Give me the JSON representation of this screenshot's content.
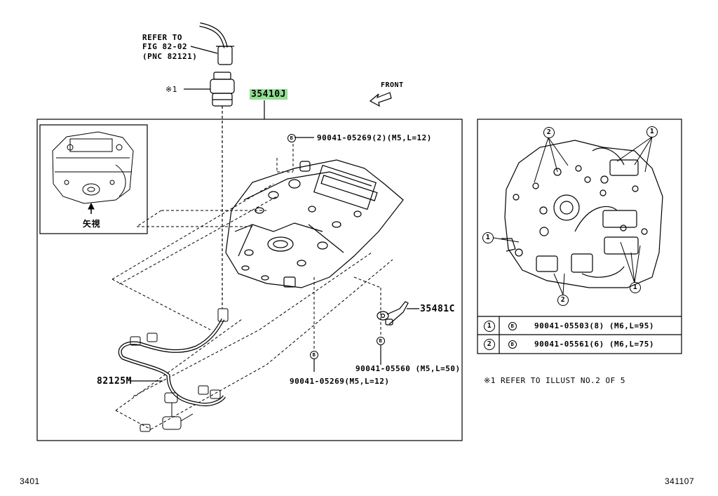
{
  "refer_note": {
    "line1": "REFER TO",
    "line2": "FIG 82-02",
    "line3": "(PNC 82121)"
  },
  "mark_1": "※1",
  "front_label": "FRONT",
  "main_part": "35410J",
  "inset_label": "矢視",
  "callouts": {
    "bolt_top": "90041-05269(2)(M5,L=12)",
    "bolt_bottom_left": "90041-05269(M5,L=12)",
    "bolt_bottom_right": "90041-05560 (M5,L=50)",
    "sensor": "35481C",
    "harness": "82125M",
    "b_symbol": "B"
  },
  "legend": {
    "rows": [
      {
        "key": "1",
        "part": "90041-05503(8) (M6,L=95)"
      },
      {
        "key": "2",
        "part": "90041-05561(6) (M6,L=75)"
      }
    ]
  },
  "detail_markers": [
    "1",
    "2"
  ],
  "footnote": "※1  REFER TO ILLUST NO.2 OF 5",
  "footer_left": "3401",
  "footer_right": "341107"
}
